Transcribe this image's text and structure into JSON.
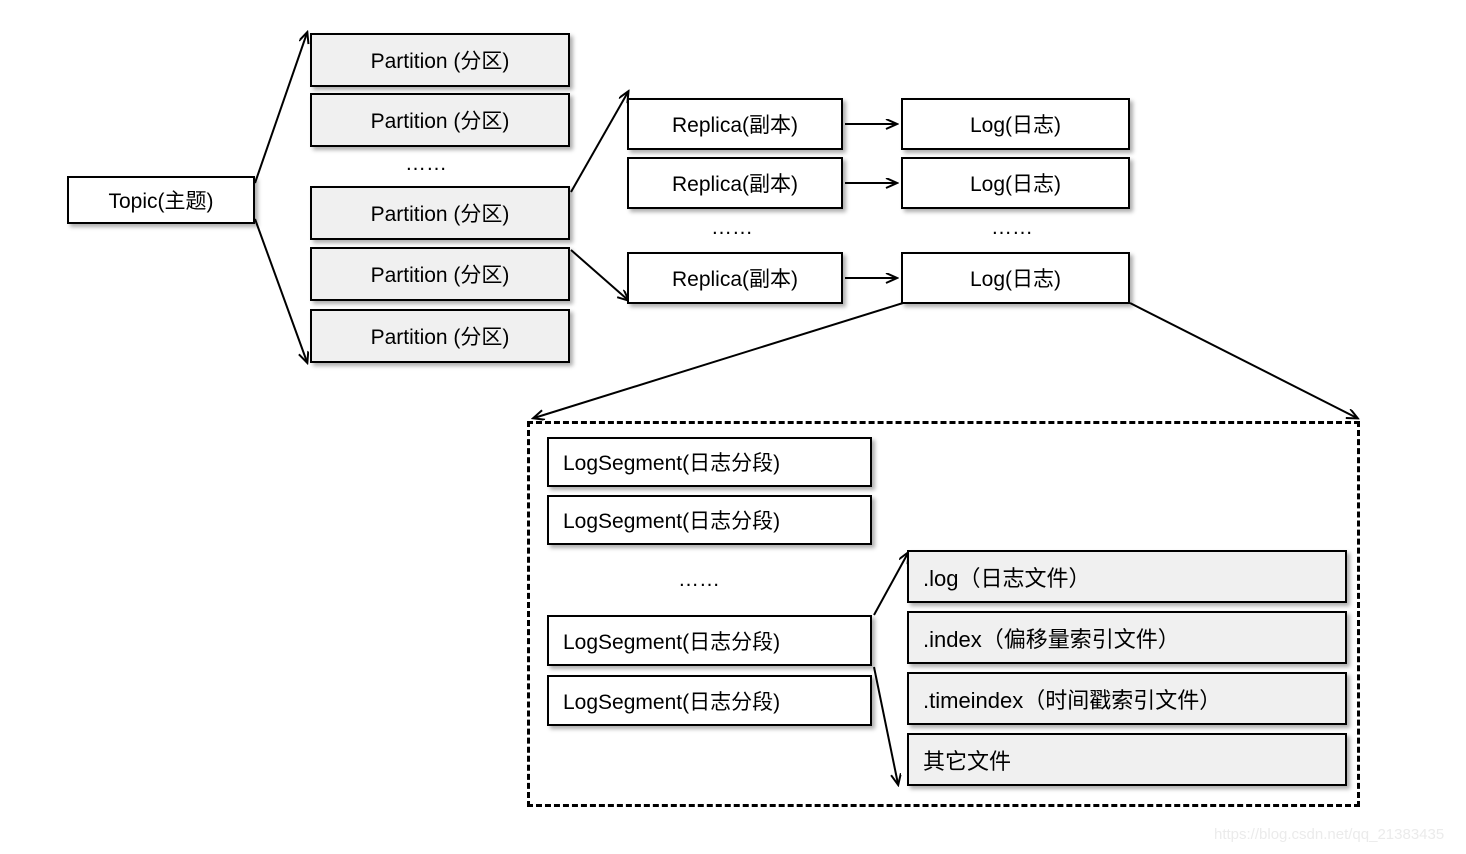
{
  "diagram": {
    "title": "Kafka Topic / Partition / Replica / Log structure",
    "colors": {
      "box_fill_gray": "#f0f0f0",
      "box_fill_white": "#ffffff",
      "stroke": "#000000",
      "background": "#ffffff",
      "watermark": "#ebebeb"
    },
    "ellipsis_glyph": "……"
  },
  "topic": {
    "label": "Topic(主题)"
  },
  "partitions": {
    "group_label": "Partition",
    "items": [
      {
        "label": "Partition (分区)"
      },
      {
        "label": "Partition (分区)"
      },
      {
        "label": "Partition (分区)"
      },
      {
        "label": "Partition (分区)"
      },
      {
        "label": "Partition (分区)"
      }
    ],
    "ellipsis": "……"
  },
  "replicas": {
    "items": [
      {
        "label": "Replica(副本)"
      },
      {
        "label": "Replica(副本)"
      },
      {
        "label": "Replica(副本)"
      }
    ],
    "ellipsis": "……"
  },
  "logs": {
    "items": [
      {
        "label": "Log(日志)"
      },
      {
        "label": "Log(日志)"
      },
      {
        "label": "Log(日志)"
      }
    ],
    "ellipsis": "……"
  },
  "log_segments": {
    "items": [
      {
        "label": "LogSegment(日志分段)"
      },
      {
        "label": "LogSegment(日志分段)"
      },
      {
        "label": "LogSegment(日志分段)"
      },
      {
        "label": "LogSegment(日志分段)"
      }
    ],
    "ellipsis": "……"
  },
  "segment_files": {
    "items": [
      {
        "label": ".log（日志文件）"
      },
      {
        "label": ".index（偏移量索引文件）"
      },
      {
        "label": ".timeindex（时间戳索引文件）"
      },
      {
        "label": "其它文件"
      }
    ]
  },
  "watermark": {
    "text": "https://blog.csdn.net/qq_21383435"
  }
}
